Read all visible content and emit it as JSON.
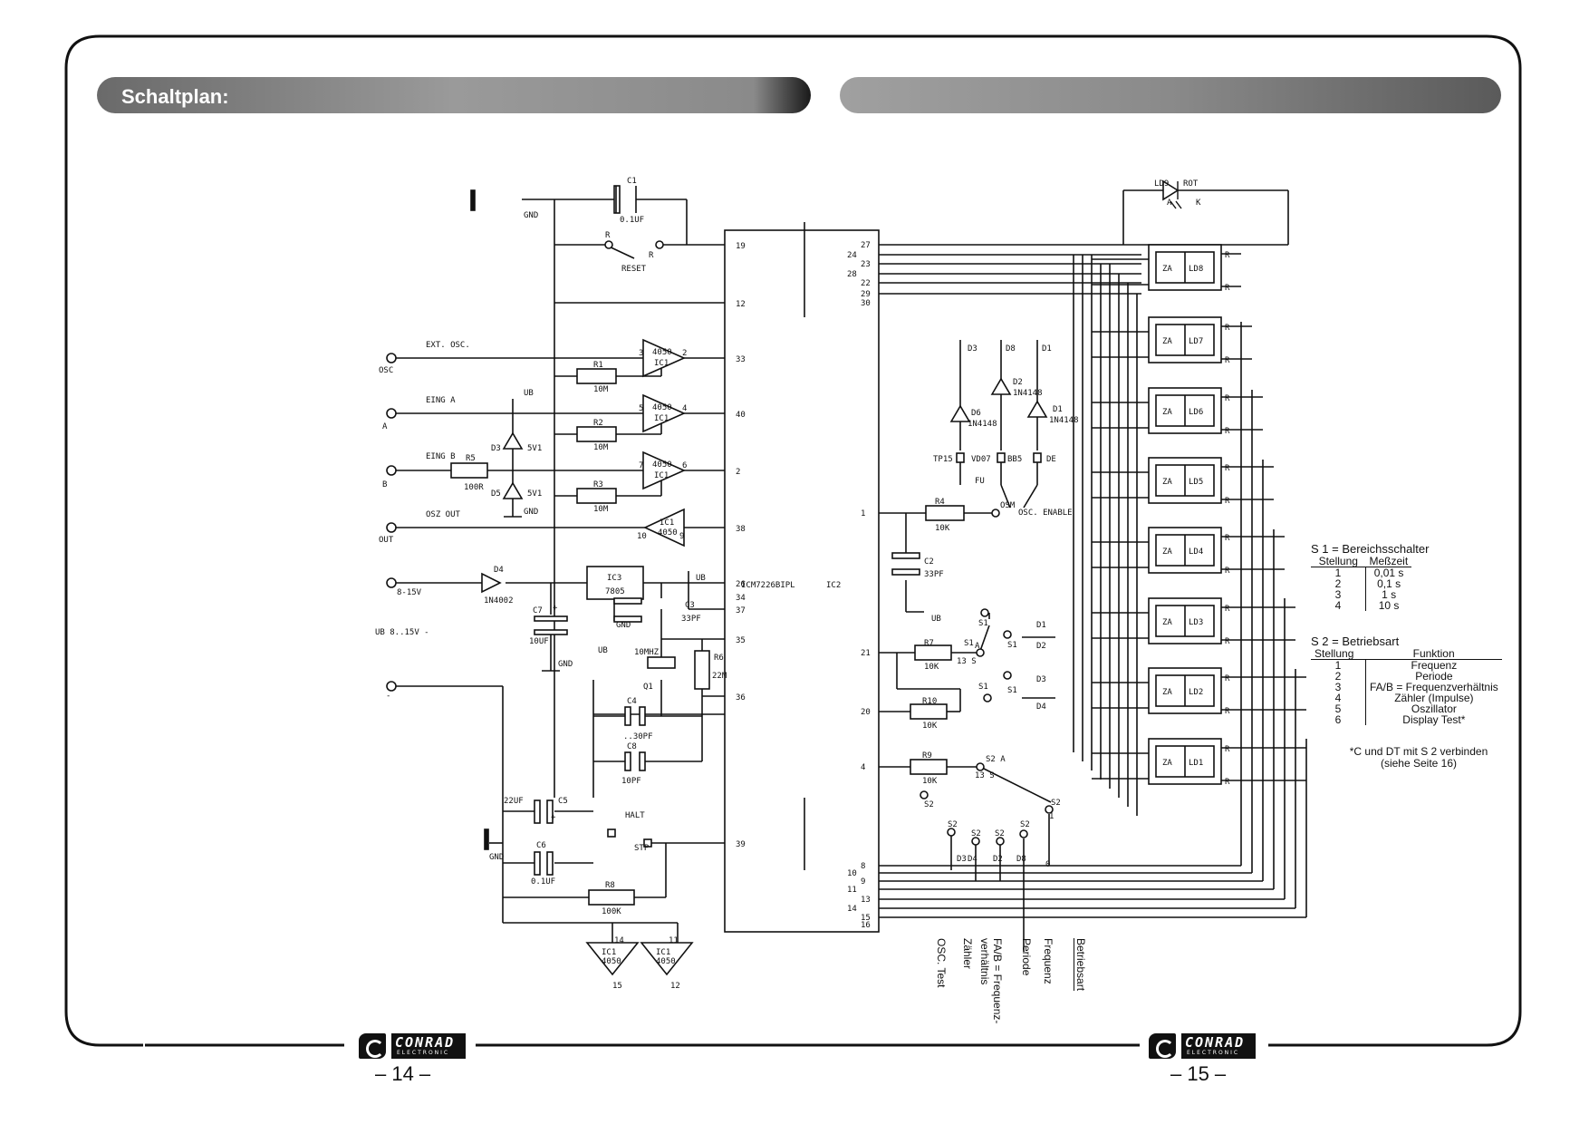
{
  "page": {
    "title": "Schaltplan:",
    "page_left": "– 14 –",
    "page_right": "– 15 –",
    "brand": "CONRAD",
    "brand_sub": "ELECTRONIC"
  },
  "chip": {
    "name": "ICM7226BIPL",
    "ref": "IC2",
    "left_pins": [
      "19",
      "12",
      "33",
      "40",
      "2",
      "38",
      "26",
      "37",
      "35",
      "36",
      "39",
      "34"
    ],
    "right_pins": [
      "27",
      "24",
      "23",
      "28",
      "22",
      "29",
      "30",
      "1",
      "21",
      "20",
      "4",
      "8",
      "10",
      "9",
      "11",
      "13",
      "14",
      "15",
      "16"
    ]
  },
  "labels": {
    "gnd": "GND",
    "c1": "C1",
    "c1_val": "0.1UF",
    "r": "R",
    "reset": "RESET",
    "ext_osc": "EXT. OSC.",
    "osc": "OSC",
    "eing_a": "EING A",
    "a": "A",
    "eing_b": "EING B",
    "b": "B",
    "osz_out": "OSZ OUT",
    "out": "OUT",
    "ub": "UB",
    "d3": "D3",
    "d5": "D5",
    "v5v1": "5V1",
    "r1": "R1",
    "r2": "R2",
    "r3": "R3",
    "r5": "R5",
    "r5_val": "100R",
    "m10": "10M",
    "ic1": "IC1",
    "n4050": "4050",
    "p3": "3",
    "p2": "2",
    "p5": "5",
    "p4": "4",
    "p7": "7",
    "p6": "6",
    "p10": "10",
    "p9": "9",
    "p14": "14",
    "p11": "11",
    "p15": "15",
    "p12": "12",
    "d4": "D4",
    "d4_val": "1N4002",
    "v815": "8-15V",
    "ub815": "UB 8..15V -",
    "minus": "-",
    "ic3": "IC3",
    "ic3_val": "7805",
    "c7": "C7",
    "c7_val": "10UF",
    "plus": "+",
    "c3": "C3",
    "c3_val": "33PF",
    "q1_freq": "10MHZ",
    "q1": "Q1",
    "r6": "R6",
    "r6_val": "22M",
    "c4": "C4",
    "c4_val": "..30PF",
    "c8": "C8",
    "c8_val": "10PF",
    "c5": "C5",
    "c5_val": "22UF",
    "c6": "C6",
    "c6_val": "0.1UF",
    "halt": "HALT",
    "stp": "STP",
    "r8": "R8",
    "r8_val": "100K",
    "r4": "R4",
    "k10": "10K",
    "c2": "C2",
    "c2_val": "33PF",
    "osc_enable": "OSC. ENABLE",
    "osm": "OSM",
    "r7": "R7",
    "r10": "R10",
    "r9": "R9",
    "s1": "S1",
    "s1a": "S1 A",
    "s2": "S2",
    "s2a": "S2 A",
    "s13": "13 S",
    "d1": "D1",
    "d2": "D2",
    "d8": "D8",
    "d6": "D6",
    "n4148": "1N4148",
    "tp15": "TP15",
    "vd7": "VD07",
    "bb5": "BB5",
    "de": "DE",
    "fu": "FU",
    "ld9": "LD9",
    "rot": "ROT",
    "ka": "A",
    "kk": "K",
    "za": "ZA",
    "digits": [
      "LD8",
      "LD7",
      "LD6",
      "LD5",
      "LD4",
      "LD3",
      "LD2",
      "LD1"
    ],
    "zero": "0",
    "one": "1"
  },
  "legend_s1": {
    "title": "S 1 = Bereichsschalter",
    "head": [
      "Stellung",
      "Meßzeit"
    ],
    "rows": [
      [
        "1",
        "0,01 s"
      ],
      [
        "2",
        "0,1 s"
      ],
      [
        "3",
        "1 s"
      ],
      [
        "4",
        "10 s"
      ]
    ]
  },
  "legend_s2": {
    "title": "S 2 = Betriebsart",
    "head": [
      "Stellung",
      "Funktion"
    ],
    "rows": [
      [
        "1",
        "Frequenz"
      ],
      [
        "2",
        "Periode"
      ],
      [
        "3",
        "FA/B = Frequenzverhältnis"
      ],
      [
        "4",
        "Zähler (Impulse)"
      ],
      [
        "5",
        "Oszillator"
      ],
      [
        "6",
        "Display Test*"
      ]
    ]
  },
  "note": "*C und DT mit S 2 verbinden (siehe Seite 16)",
  "bottom_labels": [
    "OSC. Test",
    "Zähler",
    "FA/B = Frequenz-verhältnis",
    "Periode",
    "Frequenz",
    "Betriebsart"
  ]
}
